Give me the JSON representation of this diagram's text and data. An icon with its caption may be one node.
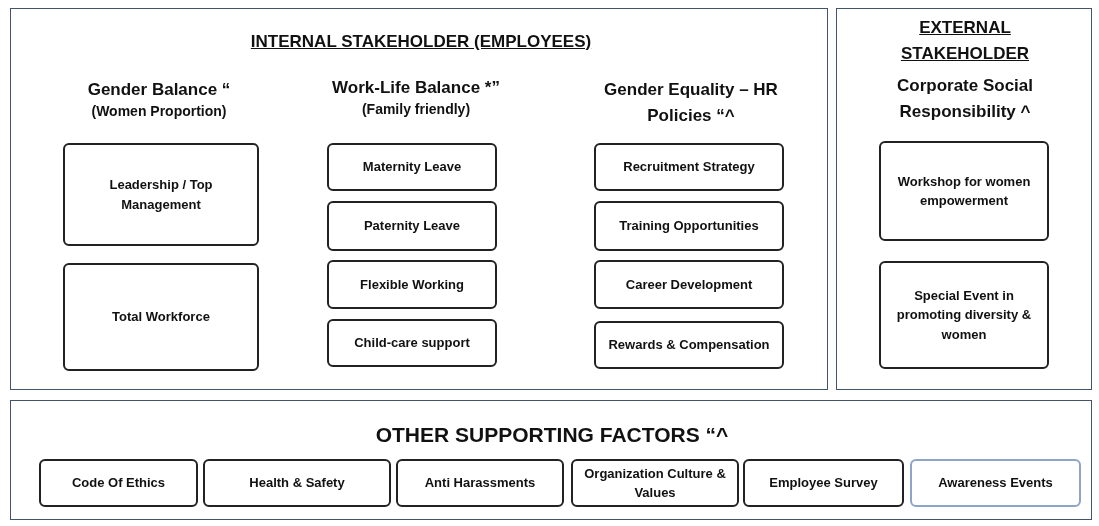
{
  "diagram": {
    "nodes": [
      {
        "text": [
          "INTERNAL STAKEHOLDER (EMPLOYEES)",
          "Gender Balance “",
          "(Women Proportion)",
          "Work-Life Balance *”",
          "(Family friendly)",
          "Gender Equality – HR Policies “^"
        ]
      },
      {
        "text": [
          "Leadership / Top Management"
        ],
        "in": 0
      },
      {
        "text": [
          "Total Workforce"
        ],
        "in": 0
      },
      {
        "text": [
          "Maternity Leave"
        ],
        "in": 0
      },
      {
        "text": [
          "Paternity Leave"
        ],
        "in": 0
      },
      {
        "text": [
          "Flexible Working"
        ],
        "in": 0
      },
      {
        "text": [
          "Child-care support"
        ],
        "in": 0
      },
      {
        "text": [
          "Recruitment Strategy"
        ],
        "in": 0
      },
      {
        "text": [
          "Training Opportunities"
        ],
        "in": 0
      },
      {
        "text": [
          "Career Development"
        ],
        "in": 0
      },
      {
        "text": [
          "Rewards & Compensation"
        ],
        "in": 0
      },
      {
        "text": [
          "EXTERNAL STAKEHOLDER",
          "Corporate Social Responsibility ^"
        ]
      },
      {
        "text": [
          "Workshop for women empowerment"
        ],
        "in": 11
      },
      {
        "text": [
          "Special Event in promoting diversity & women"
        ],
        "in": 11
      },
      {
        "text": [
          "OTHER SUPPORTING FACTORS “^"
        ]
      },
      {
        "text": [
          "Code Of Ethics"
        ],
        "in": 14
      },
      {
        "text": [
          "Health & Safety"
        ],
        "in": 14
      },
      {
        "text": [
          "Anti Harassments"
        ],
        "in": 14
      },
      {
        "text": [
          "Organization Culture & Values"
        ],
        "in": 14
      },
      {
        "text": [
          "Employee Survey"
        ],
        "in": 14
      },
      {
        "text": [
          "Awareness Events"
        ],
        "in": 14
      }
    ]
  }
}
